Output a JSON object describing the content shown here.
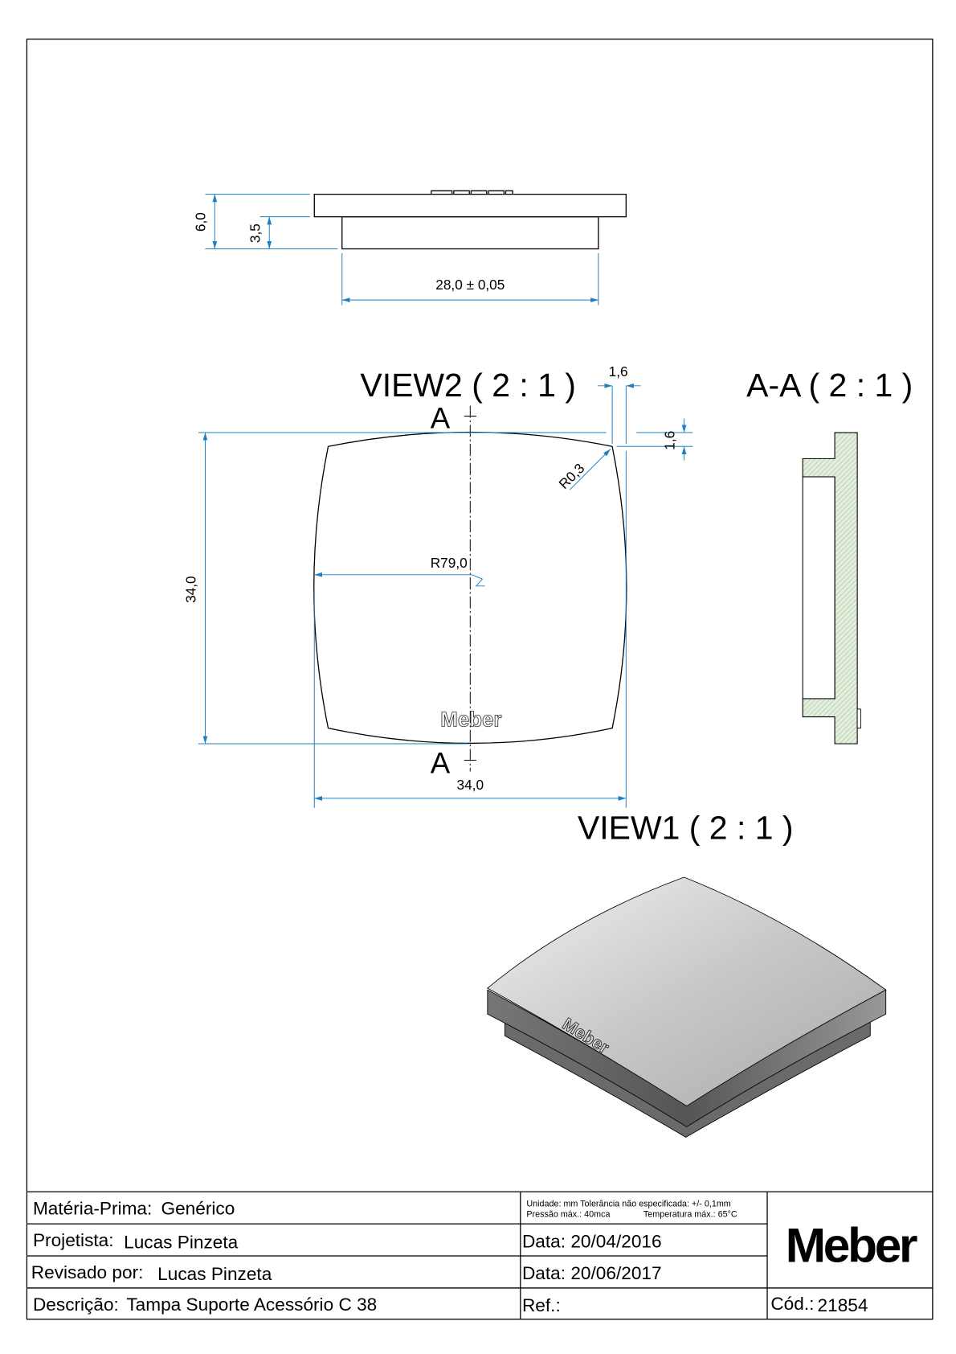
{
  "drawing": {
    "top_view": {
      "dim_height_total": "6,0",
      "dim_height_base": "3,5",
      "dim_width": "28,0 ± 0,05"
    },
    "view2": {
      "title": "VIEW2 ( 2 : 1 )",
      "section_marker_top": "A",
      "section_marker_bottom": "A",
      "dim_offset_x": "1,6",
      "dim_offset_y": "1,6",
      "dim_corner_radius": "R0,3",
      "dim_edge_radius": "R79,0",
      "dim_height": "34,0",
      "dim_width": "34,0",
      "part_marking": "Meber"
    },
    "section_view": {
      "title": "A-A ( 2 : 1 )"
    },
    "view1": {
      "title": "VIEW1 ( 2 : 1 )",
      "part_marking": "Meber"
    }
  },
  "title_block": {
    "material_label": "Matéria-Prima:",
    "material_value": "Genérico",
    "designer_label": "Projetista:",
    "designer_value": "Lucas Pinzeta",
    "reviewer_label": "Revisado por:",
    "reviewer_value": "Lucas Pinzeta",
    "description_label": "Descrição:",
    "description_value": "Tampa Suporte Acessório C 38",
    "notes_line1": "Unidade: mm Tolerância não especificada: +/- 0,1mm",
    "notes_line2_a": "Pressão máx.: 40mca",
    "notes_line2_b": "Temperatura máx.: 65°C",
    "date_created": "Data: 20/04/2016",
    "date_revised": "Data: 20/06/2017",
    "ref_label": "Ref.:",
    "code_label": "Cód.:",
    "code_value": "21854",
    "logo": "Meber"
  },
  "colors": {
    "dimension": "#1f7fbf",
    "hatch": "#d9ead3"
  }
}
